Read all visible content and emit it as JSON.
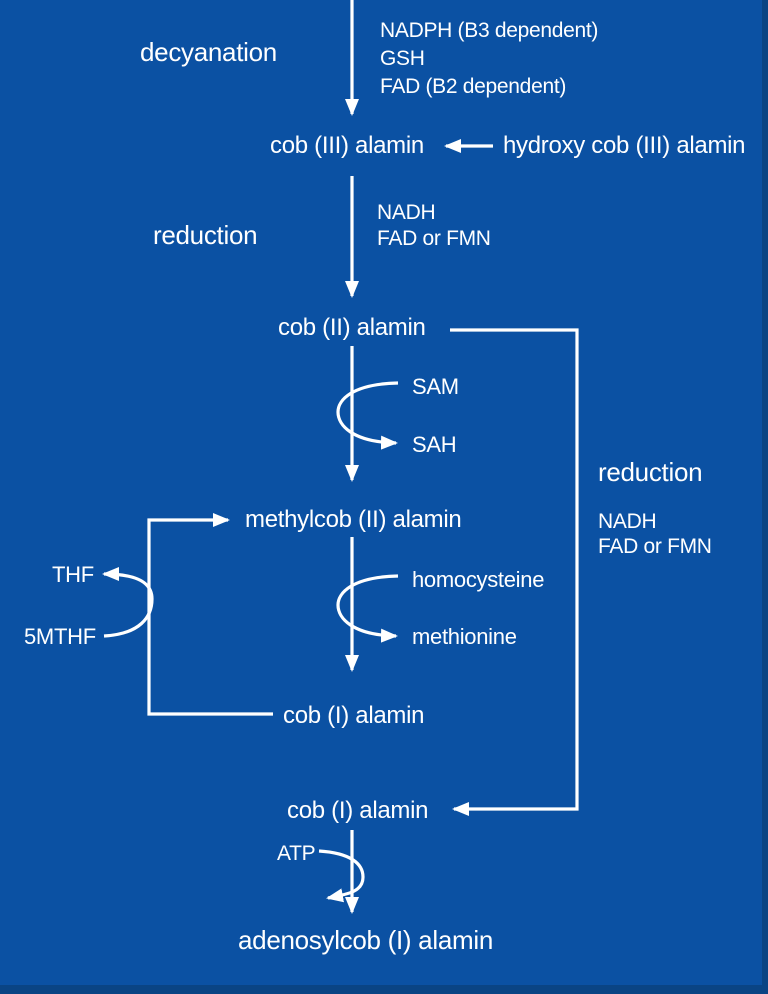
{
  "colors": {
    "background": "#0B51A3",
    "edge_shade": "#0A4484",
    "line": "#FFFFFF",
    "text": "#FFFFFF"
  },
  "nodes": {
    "cob3": "cob (III) alamin",
    "hydroxycob3": "hydroxy cob (III) alamin",
    "cob2": "cob (II) alamin",
    "methylcob2": "methylcob (II) alamin",
    "cob1_a": "cob (I) alamin",
    "cob1_b": "cob (I) alamin",
    "adenosylcob1": "adenosylcob (I) alamin"
  },
  "process_labels": {
    "decyanation": "decyanation",
    "reduction_left": "reduction",
    "reduction_right": "reduction"
  },
  "cofactors": {
    "decyanation": [
      "NADPH (B3 dependent)",
      "GSH",
      "FAD (B2 dependent)"
    ],
    "reduction_left": [
      "NADH",
      "FAD or FMN"
    ],
    "reduction_right": [
      "NADH",
      "FAD or FMN"
    ]
  },
  "metabolites": {
    "sam": "SAM",
    "sah": "SAH",
    "homocysteine": "homocysteine",
    "methionine": "methionine",
    "thf": "THF",
    "fivemthf": "5MTHF",
    "atp": "ATP"
  }
}
